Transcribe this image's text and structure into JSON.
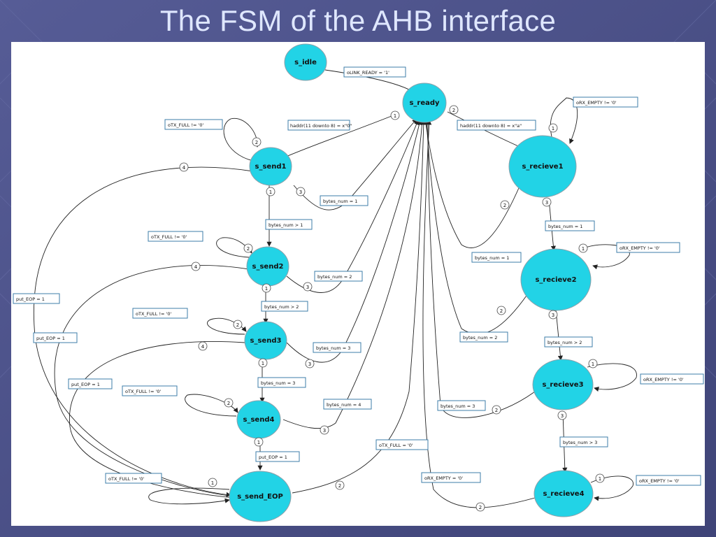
{
  "slide": {
    "title": "The FSM of the AHB interface"
  },
  "theme": {
    "background": "#4a4f86",
    "state_fill": "#22d3e6",
    "title_color": "#dfe7ff"
  },
  "states": {
    "s_idle": "s_idle",
    "s_ready": "s_ready",
    "s_send1": "s_send1",
    "s_send2": "s_send2",
    "s_send3": "s_send3",
    "s_send4": "s_send4",
    "s_send_eop": "s_send_EOP",
    "s_recieve1": "s_recieve1",
    "s_recieve2": "s_recieve2",
    "s_recieve3": "s_recieve3",
    "s_recieve4": "s_recieve4"
  },
  "conditions": {
    "link_ready": "oLINK_READY = '1'",
    "haddr_send": "haddr(11 downto 8) = x\"0\"",
    "haddr_recv": "haddr(11 downto 8) = x\"a\"",
    "rx_empty_r1": "oRX_EMPTY != '0'",
    "tx_full_s1": "oTX_FULL != '0'",
    "bytes1_s1": "bytes_num = 1",
    "bytes_gt1": "bytes_num > 1",
    "tx_full_s2": "oTX_FULL != '0'",
    "bytes2_s2": "bytes_num = 2",
    "bytes_gt2_send": "bytes_num > 2",
    "tx_full_s3": "oTX_FULL != '0'",
    "bytes3_s3": "bytes_num = 3",
    "bytes_eq3_send": "bytes_num = 3",
    "tx_full_s4": "oTX_FULL != '0'",
    "bytes4_s4": "bytes_num = 4",
    "put_eop_s4": "put_EOP = 1",
    "tx_full_eop": "oTX_FULL != '0'",
    "tx_full_eq_eop": "oTX_FULL = '0'",
    "put_eop_s1": "put_EOP = 1",
    "put_eop_s2": "put_EOP = 1",
    "put_eop_s3": "put_EOP = 1",
    "r1_bytes1": "bytes_num = 1",
    "r1_bytes_eq1": "bytes_num = 1",
    "rx_empty_r2": "oRX_EMPTY != '0'",
    "r2_bytes2": "bytes_num = 2",
    "r2_bytes_gt2": "bytes_num > 2",
    "rx_empty_r3": "oRX_EMPTY != '0'",
    "r3_bytes3": "bytes_num = 3",
    "r3_bytes_gt3": "bytes_num > 3",
    "rx_empty_eq_r4": "oRX_EMPTY = '0'",
    "rx_empty_r4": "oRX_EMPTY != '0'"
  },
  "priorities": {
    "p1": "1",
    "p2": "2",
    "p3": "3",
    "p4": "4"
  }
}
